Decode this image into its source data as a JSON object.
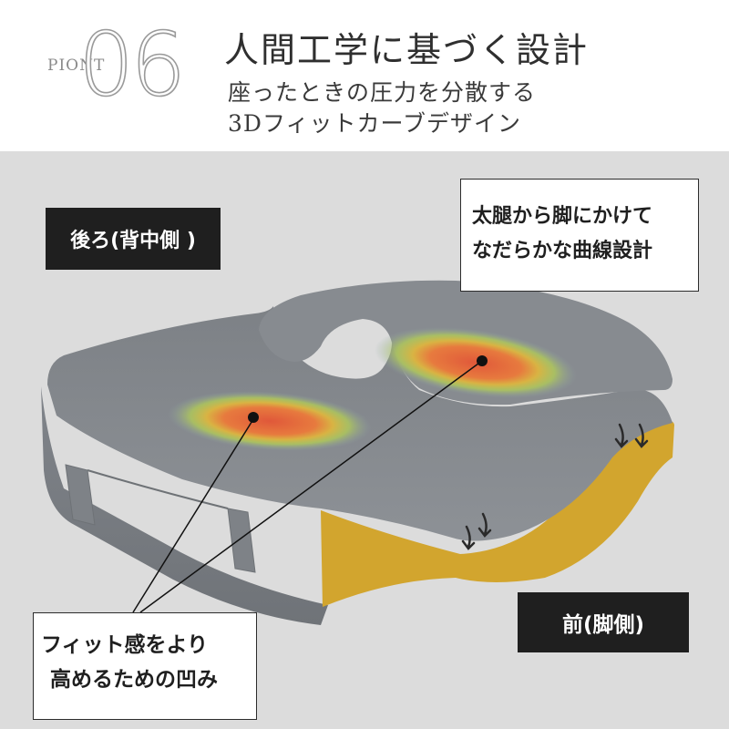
{
  "header": {
    "point_label": "PIONT",
    "point_number": "06",
    "headline": "人間工学に基づく設計",
    "subline_1": "座ったときの圧力を分散する",
    "subline_2": "3Dフィットカーブデザイン"
  },
  "labels": {
    "back": "後ろ(背中側 )",
    "front": "前(脚側)",
    "thigh_line_1": "太腿から脚にかけて",
    "thigh_line_2": "なだらかな曲線設計",
    "fit_line_1": "フィット感をより",
    "fit_line_2": "高めるための凹み"
  },
  "colors": {
    "stage_background": "#dcdcdc",
    "cushion_grey": "#888c91",
    "cushion_yellow": "#d2a52e",
    "label_dark": "#1f1f1f"
  },
  "icons": [
    "pressure-heatmap-left",
    "pressure-heatmap-right",
    "down-arrow-icon"
  ]
}
